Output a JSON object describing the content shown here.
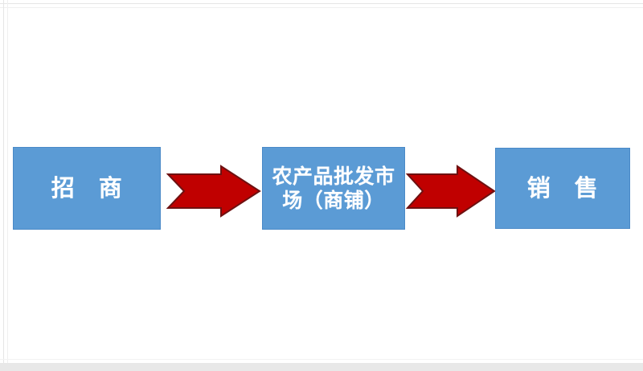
{
  "diagram": {
    "type": "linear-process-flow",
    "title_visible": false,
    "orientation": "left-to-right",
    "colors": {
      "node_fill": "#5B9BD5",
      "node_border": "#4A89C7",
      "node_text": "#FFFFFF",
      "arrow_fill": "#C00000",
      "arrow_outline": "#6E1111",
      "canvas_background": "#FFFFFF",
      "frame_line": "#E6E6E6",
      "bottom_band": "#E8E8E8"
    },
    "nodes": [
      {
        "id": "recruit",
        "label": "招　商",
        "shape": "rectangle",
        "order": 1
      },
      {
        "id": "market",
        "label": "农产品批发市\n场（商铺）",
        "shape": "rectangle",
        "order": 2
      },
      {
        "id": "sales",
        "label": "销　售",
        "shape": "rectangle",
        "order": 3
      }
    ],
    "connectors": [
      {
        "id": "arrow-1",
        "icon": "right-block-arrow-icon",
        "from": "recruit",
        "to": "market",
        "direction": "right"
      },
      {
        "id": "arrow-2",
        "icon": "right-block-arrow-icon",
        "from": "market",
        "to": "sales",
        "direction": "right"
      }
    ]
  }
}
